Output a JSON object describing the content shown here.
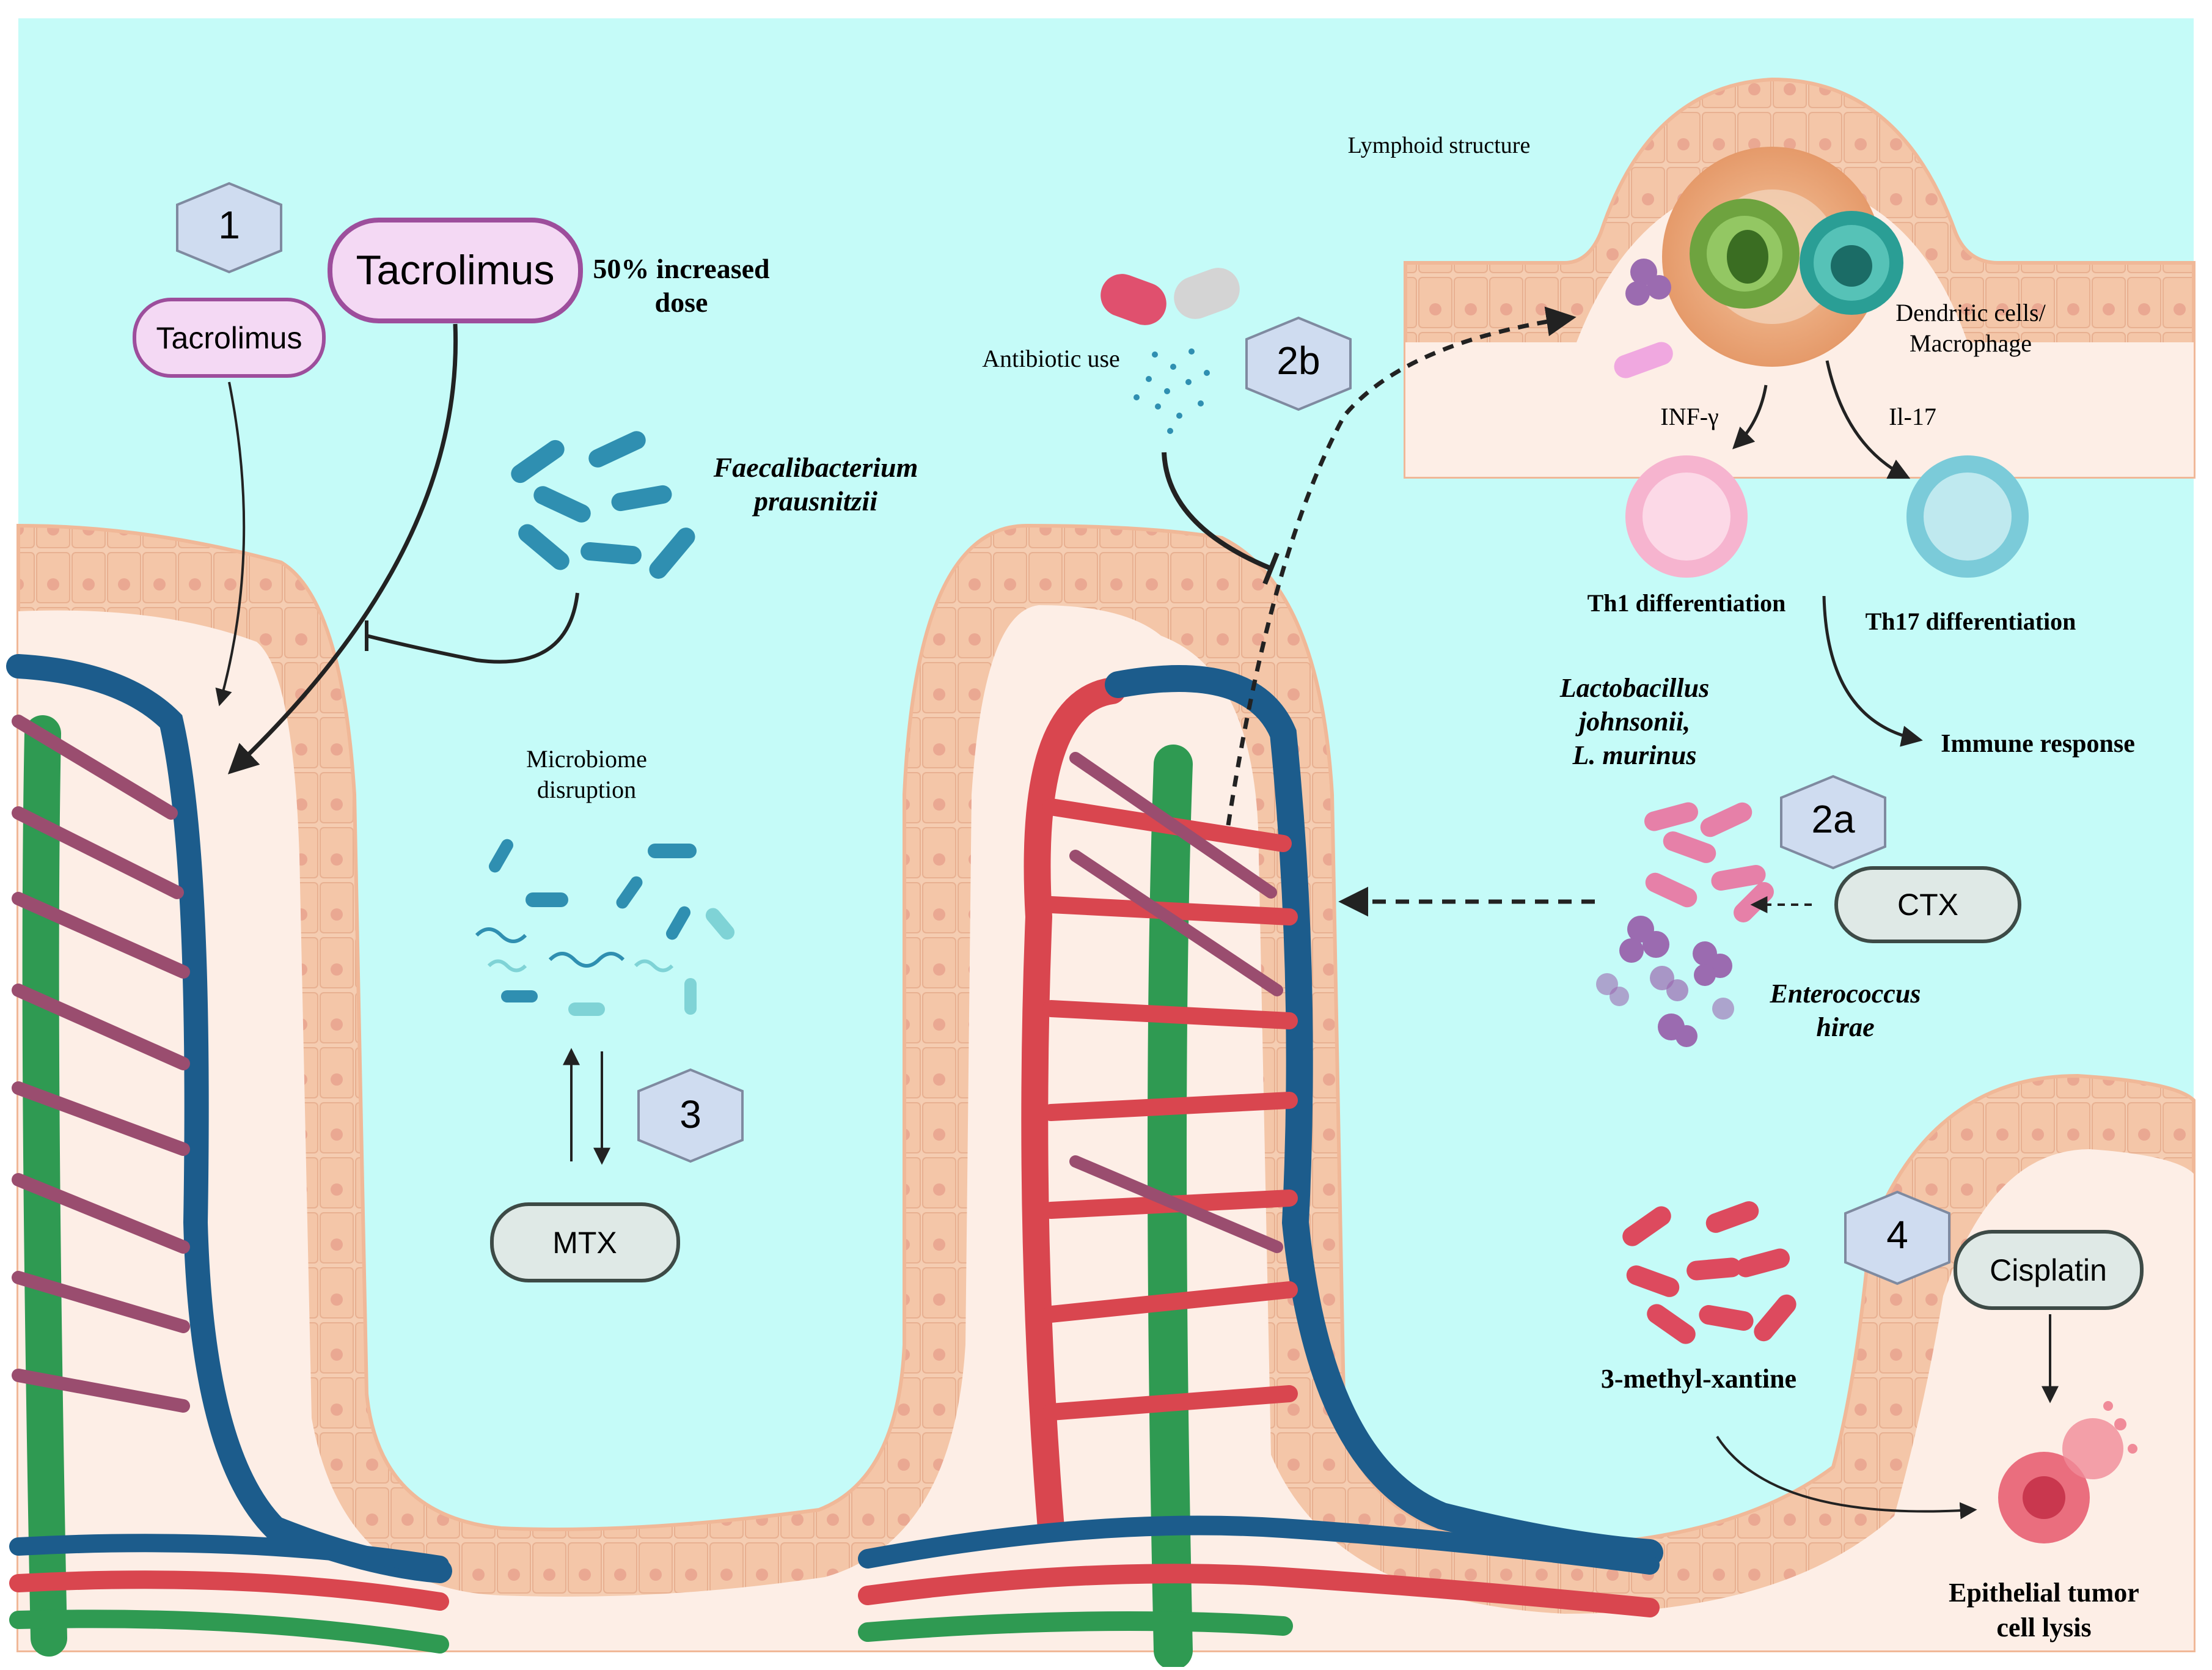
{
  "markers": {
    "m1": "1",
    "m2a": "2a",
    "m2b": "2b",
    "m3": "3",
    "m4": "4"
  },
  "drugs": {
    "tacrolimus_small": "Tacrolimus",
    "tacrolimus_large": "Tacrolimus",
    "mtx": "MTX",
    "ctx": "CTX",
    "cisplatin": "Cisplatin"
  },
  "labels": {
    "dose_line1": "50% increased",
    "dose_line2": "dose",
    "faecali_line1": "Faecalibacterium",
    "faecali_line2": "prausnitzii",
    "microbiome_line1": "Microbiome",
    "microbiome_line2": "disruption",
    "antibiotic": "Antibiotic use",
    "lymphoid": "Lymphoid structure",
    "dendritic_line1": "Dendritic cells/",
    "dendritic_line2": "Macrophage",
    "inf_gamma": "INF-γ",
    "il17": "Il-17",
    "th1": "Th1 differentiation",
    "th17": "Th17 differentiation",
    "immune": "Immune response",
    "lacto_line1": "Lactobacillus",
    "lacto_line2": "johnsonii,",
    "lacto_line3": "L. murinus",
    "entero_line1": "Enterococcus",
    "entero_line2": "hirae",
    "methyl": "3-methyl-xantine",
    "tumor_line1": "Epithelial tumor",
    "tumor_line2": "cell lysis"
  },
  "colors": {
    "lumen": "#c5fbf8",
    "epithelium": "#f5cdb2",
    "lamina": "#fdeee6",
    "artery": "#d9464f",
    "vein": "#1c5c8c",
    "lymph": "#2f9a52",
    "bacteria_teal": "#2f8fb1",
    "bacteria_pink": "#e680a8",
    "bacteria_red": "#dd4a5e",
    "hexagon": "#cfdcf0",
    "pill_pink": "#f4d9f4",
    "pill_grey": "#dfe9e6"
  }
}
